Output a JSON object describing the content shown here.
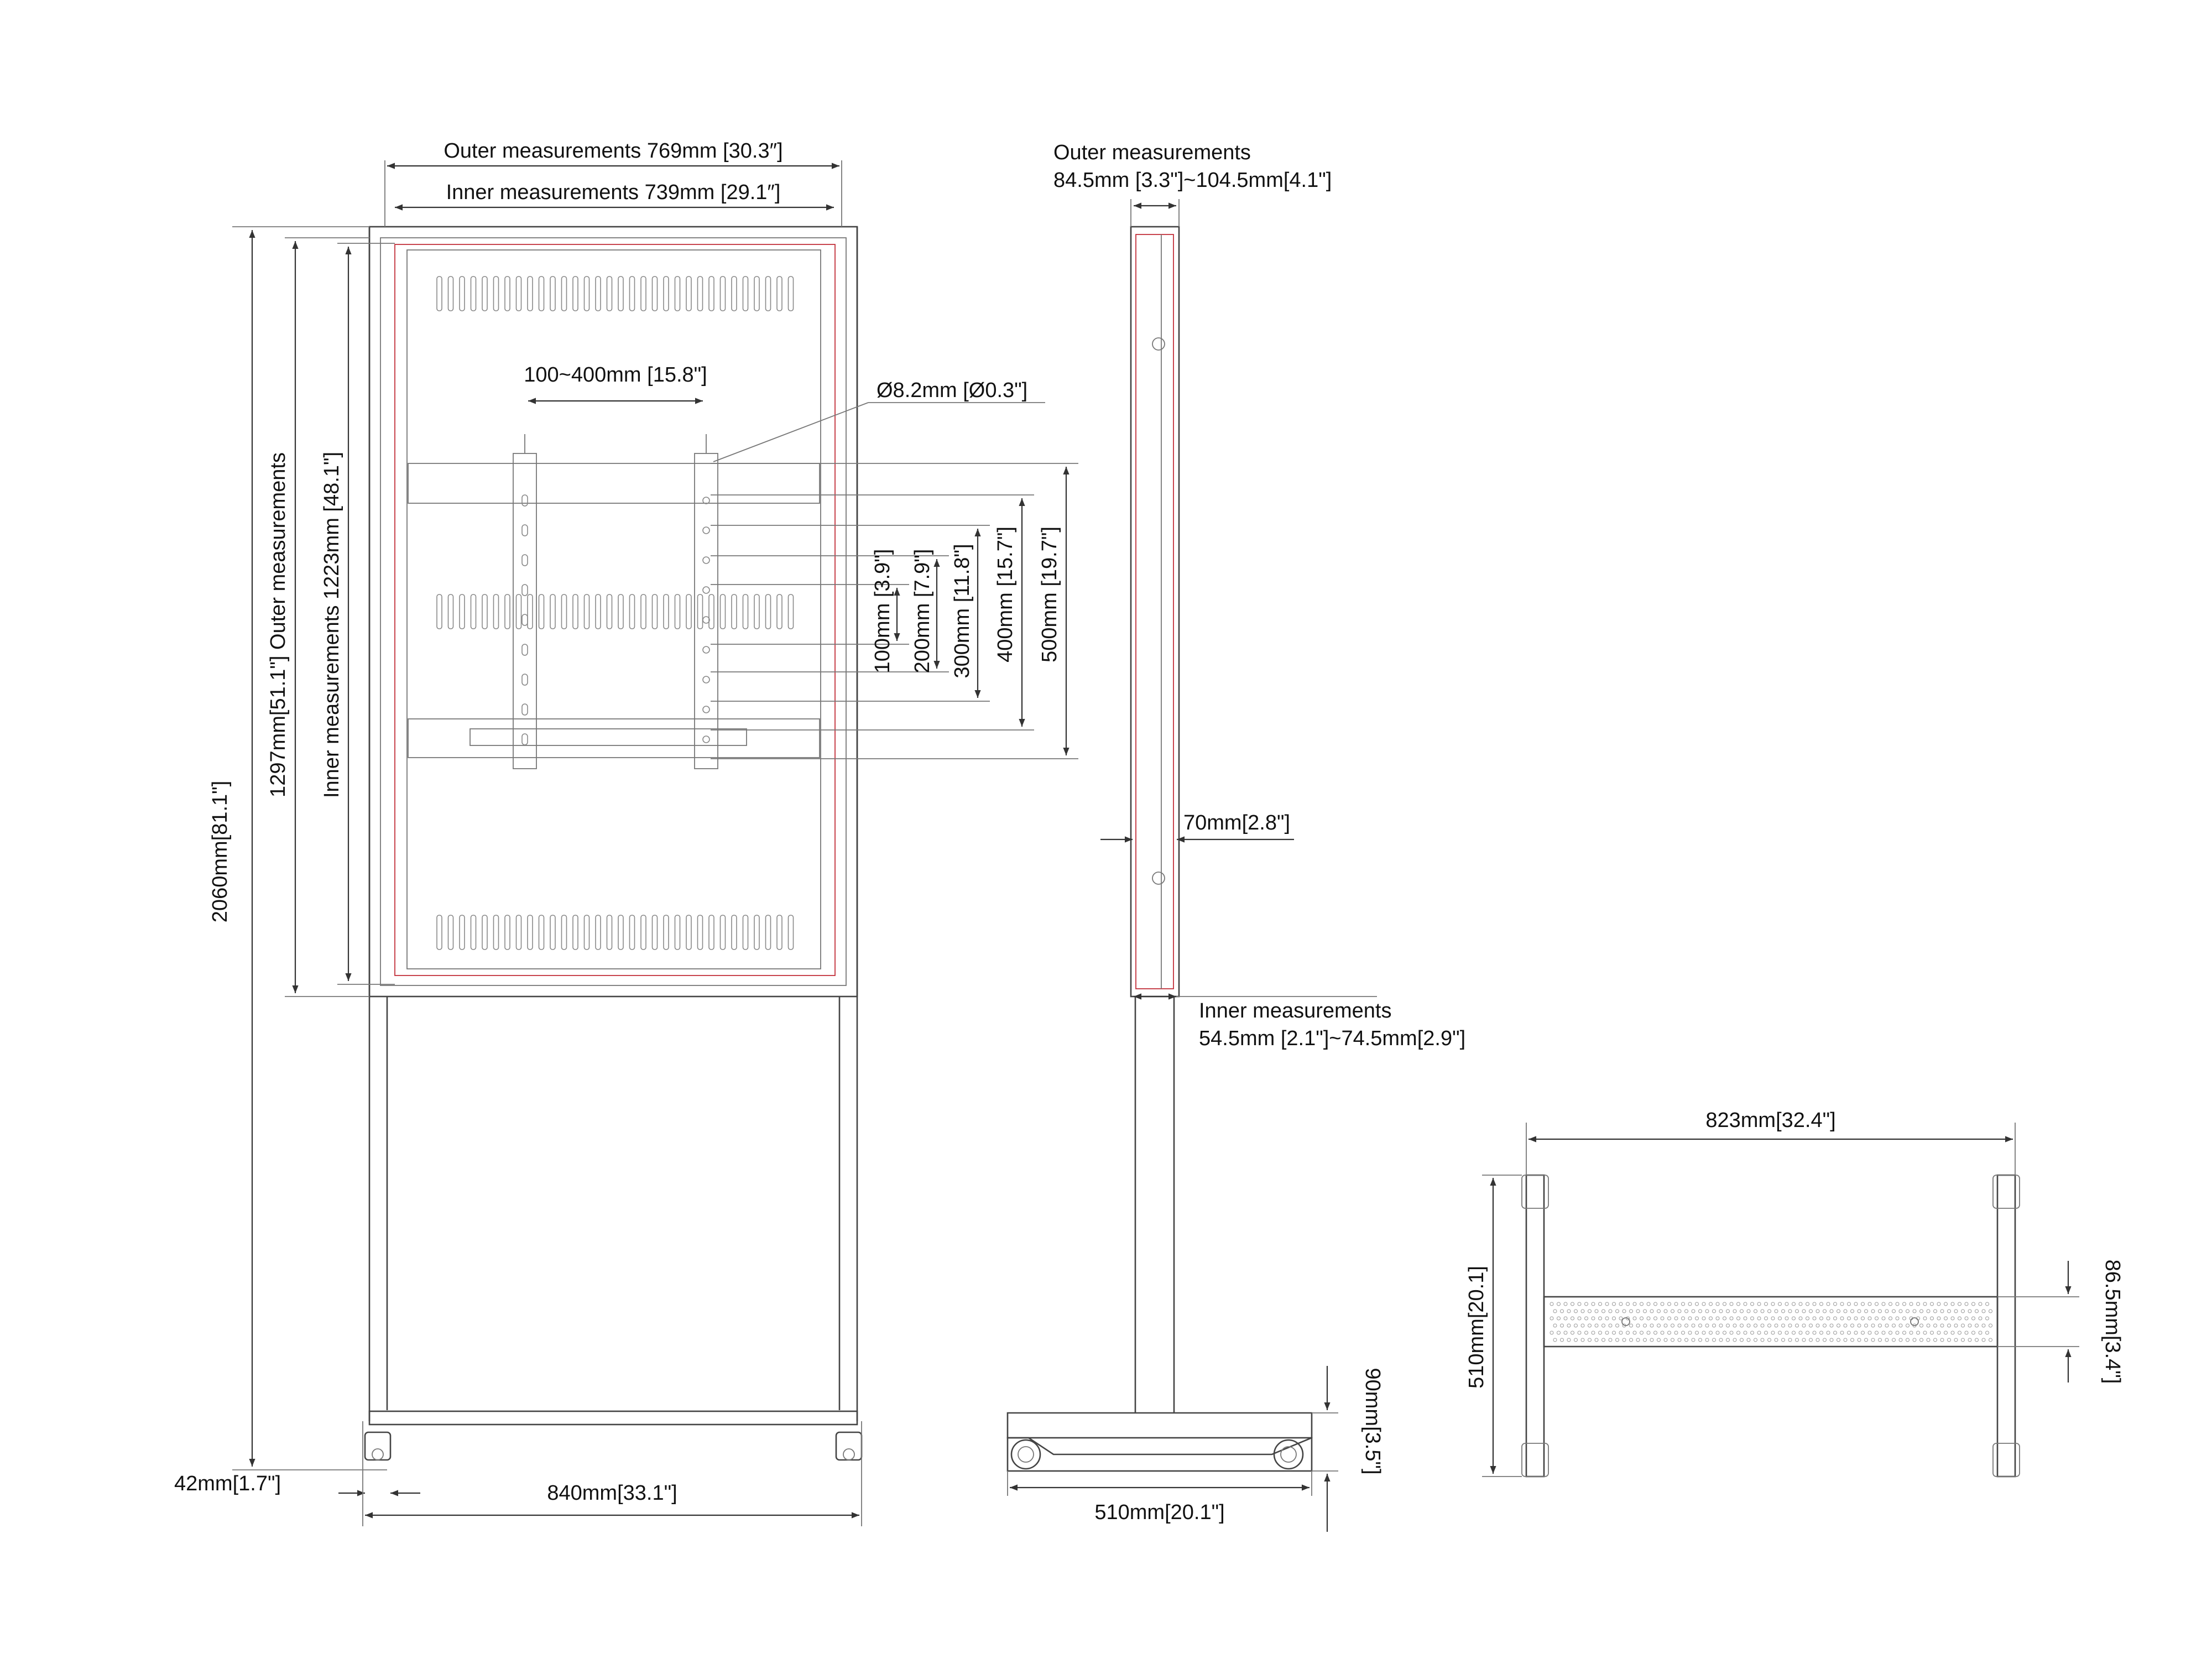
{
  "labels": {
    "outer_width": "Outer measurements 769mm [30.3″]",
    "inner_width": "Inner measurements 739mm [29.1″]",
    "hole_spacing": "100~400mm [15.8\"]",
    "hole_diameter": "Ø8.2mm [Ø0.3\"]",
    "total_height": "2060mm[81.1\"]",
    "outer_height": "1297mm[51.1\"] Outer measurements",
    "inner_height": "Inner measurements 1223mm [48.1\"]",
    "v100": "100mm [3.9\"]",
    "v200": "200mm [7.9\"]",
    "v300": "300mm [11.8\"]",
    "v400": "400mm [15.7\"]",
    "v500": "500mm [19.7\"]",
    "ground_clearance": "42mm[1.7\"]",
    "base_width_front": "840mm[33.1\"]",
    "side_outer_title": "Outer measurements",
    "side_outer_value": "84.5mm [3.3\"]~104.5mm[4.1\"]",
    "pole_depth": "70mm[2.8\"]",
    "side_inner_title": "Inner measurements",
    "side_inner_value": "54.5mm [2.1\"]~74.5mm[2.9\"]",
    "base_height": "90mm[3.5\"]",
    "base_depth_side": "510mm[20.1\"]",
    "top_width": "823mm[32.4\"]",
    "top_depth": "510mm[20.1]",
    "crossbar_depth": "86.5mm[3.4\"]"
  },
  "colors": {
    "line": "#444444",
    "inner_outline": "#c2303a",
    "text": "#111111"
  }
}
